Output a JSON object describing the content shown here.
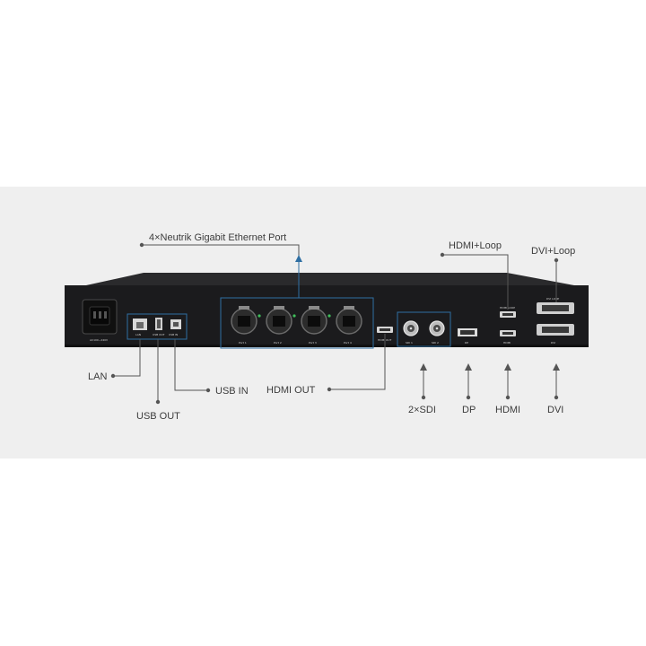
{
  "callouts": {
    "ethernet": "4×Neutrik Gigabit Ethernet Port",
    "hdmi_loop": "HDMI+Loop",
    "dvi_loop": "DVI+Loop",
    "lan": "LAN",
    "usb_out": "USB OUT",
    "usb_in": "USB IN",
    "hdmi_out": "HDMI OUT",
    "sdi": "2×SDI",
    "dp": "DP",
    "hdmi": "HDMI",
    "dvi": "DVI"
  },
  "panel_labels": {
    "power": "AC100~240V",
    "lan": "LAN",
    "usb_out": "USB OUT",
    "usb_in": "USB IN",
    "port1": "Port 1",
    "port2": "Port 2",
    "port3": "Port 3",
    "port4": "Port 4",
    "hdmi_out": "HDMI OUT",
    "sdi1": "SDI 1",
    "sdi2": "SDI 2",
    "dp": "DP",
    "hdmi_loop": "HDMI LOOP",
    "hdmi": "HDMI",
    "dvi_loop": "DVI LOOP",
    "dvi": "DVI"
  },
  "colors": {
    "accent": "#2f6fa3",
    "device_body": "#1b1b1d",
    "port_led": "#3fbf5a",
    "panel_bg": "#efefef"
  }
}
